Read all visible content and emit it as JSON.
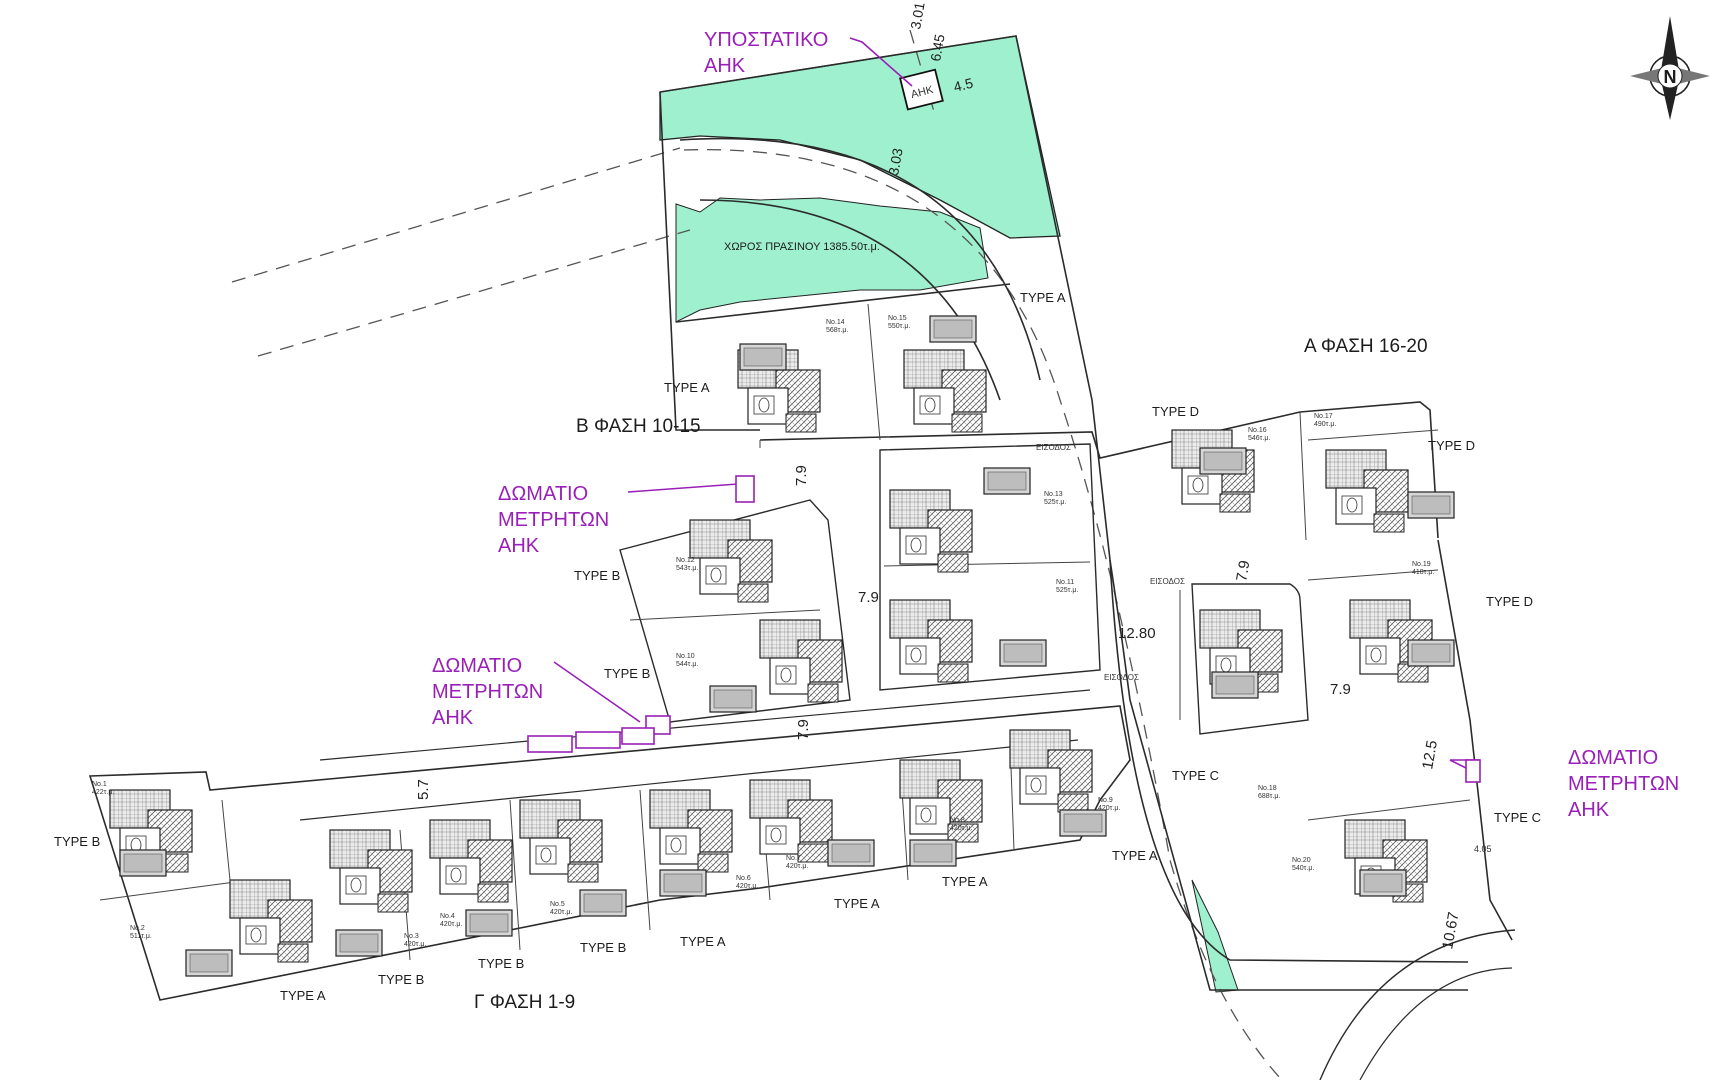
{
  "north_arrow": {
    "letter": "N"
  },
  "phases": {
    "a": "Α ΦΑΣΗ 16-20",
    "b": "Β ΦΑΣΗ 10-15",
    "c": "Γ ΦΑΣΗ 1-9"
  },
  "substation": {
    "label_line1": "ΥΠΟΣΤΑΤΙΚΟ",
    "label_line2": "ΑΗΚ",
    "box_text": "ΑΗΚ"
  },
  "meter_rooms": [
    {
      "line1": "ΔΩΜΑΤΙΟ",
      "line2": "ΜΕΤΡΗΤΩΝ",
      "line3": "ΑΗΚ"
    },
    {
      "line1": "ΔΩΜΑΤΙΟ",
      "line2": "ΜΕΤΡΗΤΩΝ",
      "line3": "ΑΗΚ"
    },
    {
      "line1": "ΔΩΜΑΤΙΟ",
      "line2": "ΜΕΤΡΗΤΩΝ",
      "line3": "ΑΗΚ"
    }
  ],
  "green_space": "ΧΩΡΟΣ ΠΡΑΣΙΝΟΥ 1385.50τ.μ.",
  "dimensions": {
    "d301": "3.01",
    "d645": "6.45",
    "d45": "4.5",
    "d303": "3.03",
    "road_a": "7.9",
    "road_b": "7.9",
    "road_c": "7.9",
    "road_d": "12.80",
    "road_e": "7.9",
    "road_f": "7.9",
    "road_g": "12.5",
    "road_h": "5.7",
    "road_i": "10.67",
    "road_j": "4.05"
  },
  "entrance": "ΕΙΣΟΔΟΣ",
  "house_types": {
    "a": "TYPE A",
    "b": "TYPE B",
    "c": "TYPE C",
    "d": "TYPE D"
  },
  "plots": [
    {
      "no": "No.1",
      "area": "422τ.μ."
    },
    {
      "no": "No.2",
      "area": "511τ.μ."
    },
    {
      "no": "No.3",
      "area": "420τ.μ."
    },
    {
      "no": "No.4",
      "area": "420τ.μ."
    },
    {
      "no": "No.5",
      "area": "420τ.μ."
    },
    {
      "no": "No.6",
      "area": "420τ.μ."
    },
    {
      "no": "No.7",
      "area": "420τ.μ."
    },
    {
      "no": "No.8",
      "area": "420τ.μ."
    },
    {
      "no": "No.9",
      "area": "420τ.μ."
    },
    {
      "no": "No.10",
      "area": "544τ.μ."
    },
    {
      "no": "No.11",
      "area": "525τ.μ."
    },
    {
      "no": "No.12",
      "area": "543τ.μ."
    },
    {
      "no": "No.13",
      "area": "525τ.μ."
    },
    {
      "no": "No.14",
      "area": "568τ.μ."
    },
    {
      "no": "No.15",
      "area": "550τ.μ."
    },
    {
      "no": "No.16",
      "area": "546τ.μ."
    },
    {
      "no": "No.17",
      "area": "490τ.μ."
    },
    {
      "no": "No.18",
      "area": "688τ.μ."
    },
    {
      "no": "No.19",
      "area": "418τ.μ."
    },
    {
      "no": "No.20",
      "area": "540τ.μ."
    }
  ],
  "colors": {
    "green": "#9ff0cf",
    "magenta": "#9a1fb8",
    "line": "#2b2b2b"
  }
}
